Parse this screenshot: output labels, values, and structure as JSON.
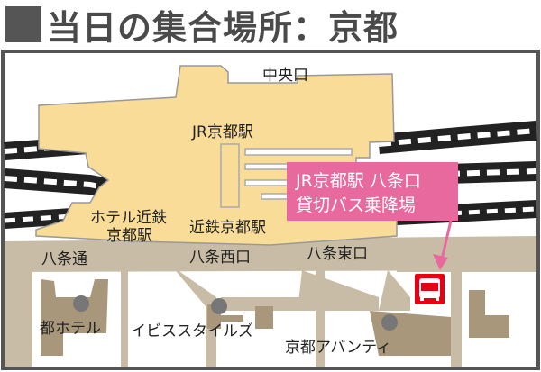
{
  "title": {
    "marker_icon": "square-icon",
    "text": "当日の集合場所：京都"
  },
  "map": {
    "labels": {
      "central_exit": "中央口",
      "jr_station": "JR京都駅",
      "hotel_kintetsu_1": "ホテル近鉄",
      "hotel_kintetsu_2": "京都駅",
      "kintetsu_station": "近鉄京都駅",
      "hachijo_dori": "八条通",
      "hachijo_west": "八条西口",
      "hachijo_east": "八条東口",
      "miyako_hotel": "都ホテル",
      "ibis_styles": "イビススタイルズ",
      "avanti": "京都アバンティ"
    },
    "callout": {
      "line1": "JR京都駅 八条口",
      "line2": "貸切バス乗降場"
    },
    "bus_icon": "bus-icon",
    "colors": {
      "station": "#f8dc98",
      "road": "#c9bca6",
      "building": "#a8977a",
      "callout": "#e8699e",
      "bus": "#e60012"
    }
  }
}
